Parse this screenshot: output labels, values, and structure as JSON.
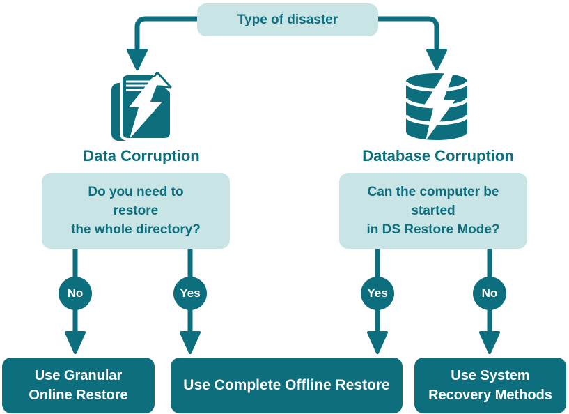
{
  "root": {
    "label": "Type of disaster"
  },
  "colors": {
    "teal": "#0D6E7D",
    "light_teal": "#C8E4E5",
    "text_on_dark": "#FFFFFF"
  },
  "left": {
    "icon": "data-corruption",
    "label": "Data Corruption",
    "question": [
      "Do you need to",
      "restore",
      "the whole directory?"
    ],
    "answers": {
      "no": "No",
      "yes": "Yes"
    }
  },
  "right": {
    "icon": "database-corruption",
    "label": "Database Corruption",
    "question": [
      "Can the computer be",
      "started",
      "in DS Restore Mode?"
    ],
    "answers": {
      "yes": "Yes",
      "no": "No"
    }
  },
  "results": {
    "granular": [
      "Use Granular",
      "Online Restore"
    ],
    "complete": [
      "Use Complete Offline Restore"
    ],
    "system": [
      "Use System",
      "Recovery Methods"
    ]
  }
}
